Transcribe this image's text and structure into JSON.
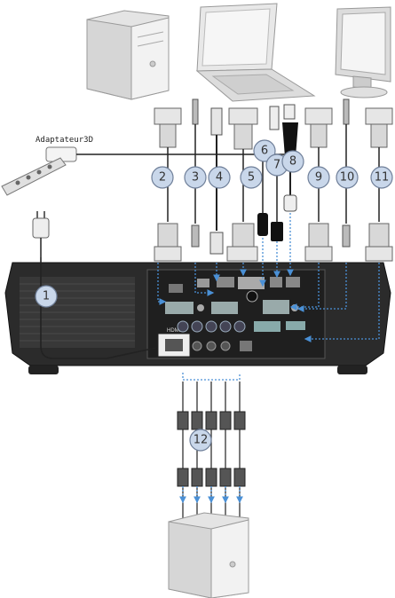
{
  "adapter_label": "Adaptateur3D",
  "hdmi_label": "HDMI",
  "callouts": [
    {
      "id": "1",
      "label": "1"
    },
    {
      "id": "2",
      "label": "2"
    },
    {
      "id": "3",
      "label": "3"
    },
    {
      "id": "4",
      "label": "4"
    },
    {
      "id": "5",
      "label": "5"
    },
    {
      "id": "6",
      "label": "6"
    },
    {
      "id": "7",
      "label": "7"
    },
    {
      "id": "8",
      "label": "8"
    },
    {
      "id": "9",
      "label": "9"
    },
    {
      "id": "10",
      "label": "10"
    },
    {
      "id": "11",
      "label": "11"
    },
    {
      "id": "12",
      "label": "12"
    }
  ],
  "colors": {
    "callout_fill": "#c9d7ea",
    "callout_stroke": "#6f7f99",
    "arrow": "#4a90d6",
    "device_fill": "#e9e9e9",
    "projector_fill": "#2a2a2a"
  }
}
